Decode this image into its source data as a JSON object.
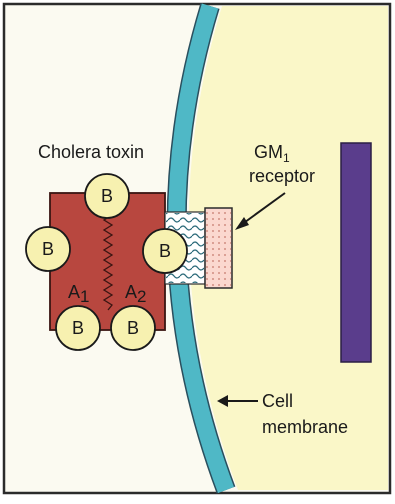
{
  "labels": {
    "toxin": "Cholera toxin",
    "receptor_main": "GM",
    "receptor_sub": "1",
    "receptor_line2": "receptor",
    "membrane_line1": "Cell",
    "membrane_line2": "membrane"
  },
  "subunits": {
    "a1_main": "A",
    "a1_sub": "1",
    "a2_main": "A",
    "a2_sub": "2",
    "b_label": "B"
  },
  "colors": {
    "frame": "#2b2b2b",
    "outside": "#fbfaf1",
    "cell_interior": "#faf7c8",
    "membrane": "#4fb8c6",
    "toxin_a": "#b8473f",
    "toxin_b": "#f7f1b0",
    "receptor_fill": "#fbd8cf",
    "bar": "#5a3d8c"
  }
}
